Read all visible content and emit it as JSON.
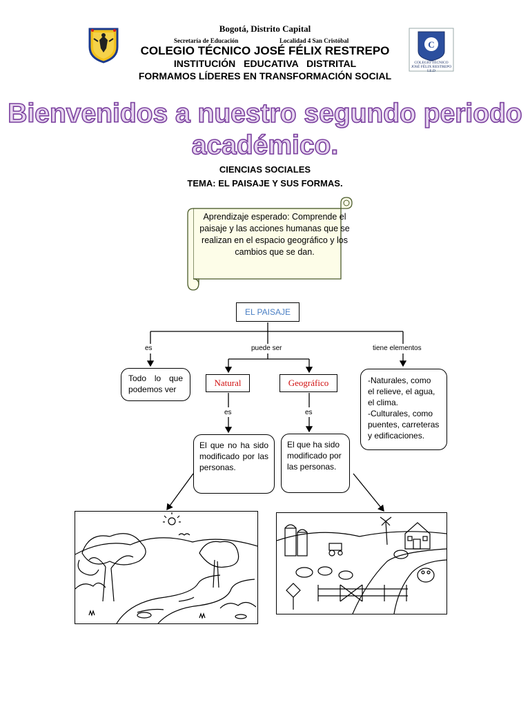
{
  "header": {
    "city": "Bogotá, Distrito Capital",
    "secretaria": "Secretaría de Educación",
    "localidad": "Localidad 4 San Cristóbal",
    "school": "COLEGIO TÉCNICO JOSÉ FÉLIX RESTREPO",
    "institution": "INSTITUCIÓN EDUCATIVA DISTRITAL",
    "motto": "FORMAMOS LÍDERES EN TRANSFORMACIÓN SOCIAL",
    "logo_left_icon": "bogota-coat-of-arms-icon",
    "logo_right_icon": "school-crest-icon",
    "logo_right_text_1": "COLEGIO TÉCNICO",
    "logo_right_text_2": "JOSÉ FÉLIX RESTREPO I.E.D"
  },
  "welcome": {
    "line1": "Bienvenidos a nuestro segundo periodo",
    "line2": "académico.",
    "fill_color": "#e7d6ef",
    "stroke_color": "#7a3f9e"
  },
  "subject": "CIENCIAS SOCIALES",
  "theme": "TEMA: EL PAISAJE Y SUS FORMAS.",
  "learning_goal": "Aprendizaje esperado: Comprende el paisaje y las acciones humanas que se realizan en el espacio geográfico y los cambios que se dan.",
  "concept_map": {
    "root": "EL PAISAJE",
    "link_es": "es",
    "link_puede_ser": "puede ser",
    "link_tiene_elementos": "tiene elementos",
    "definition": "Todo lo que podemos ver",
    "type_natural": "Natural",
    "type_geografico": "Geográfico",
    "elements_line1": "-Naturales, como el relieve, el agua, el clima.",
    "elements_line2": "-Culturales, como puentes, carreteras y edificaciones.",
    "natural_link": "es",
    "geografico_link": "es",
    "natural_def": "El que no ha sido modificado por las personas.",
    "geografico_def": "El que ha sido modificado por las personas."
  },
  "images": {
    "natural_icon": "natural-landscape-drawing-icon",
    "geographic_icon": "farm-landscape-drawing-icon"
  },
  "colors": {
    "root_text": "#4a7fc4",
    "type_text": "#d01010",
    "scroll_fill": "#fdfde8"
  }
}
